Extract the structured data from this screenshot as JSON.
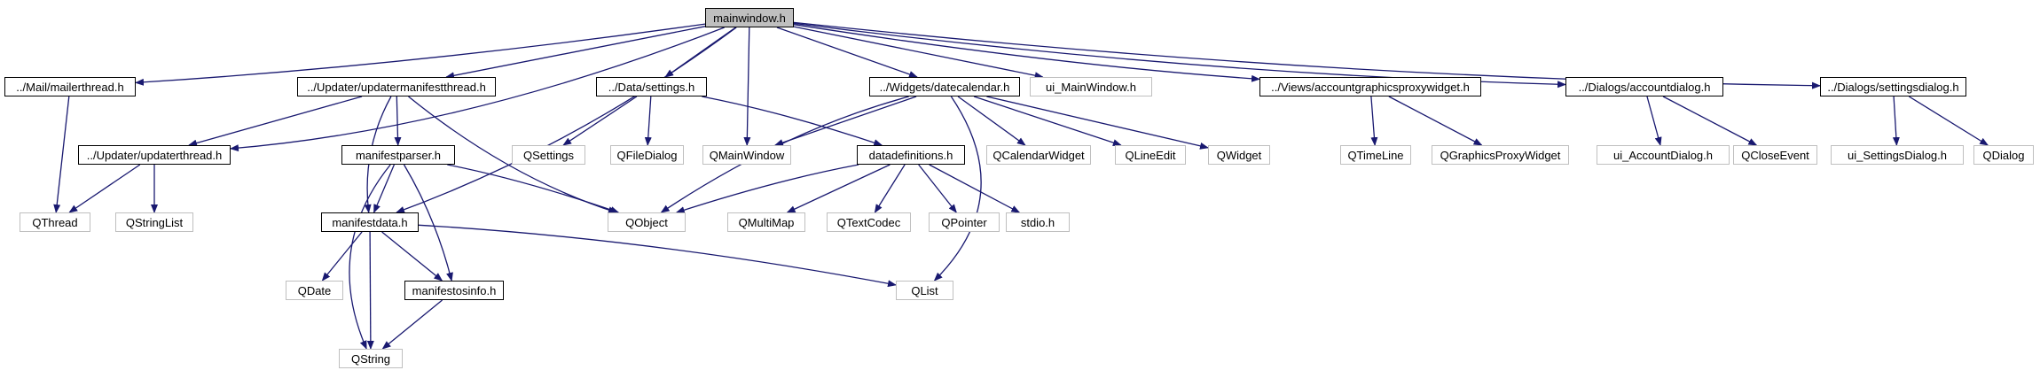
{
  "graph": {
    "nodes": [
      {
        "id": "mainwindow",
        "label": "mainwindow.h",
        "kind": "root"
      },
      {
        "id": "mailer",
        "label": "../Mail/mailerthread.h",
        "kind": "file"
      },
      {
        "id": "updmanifest",
        "label": "../Updater/updatermanifestthread.h",
        "kind": "file"
      },
      {
        "id": "settings",
        "label": "../Data/settings.h",
        "kind": "file"
      },
      {
        "id": "datecal",
        "label": "../Widgets/datecalendar.h",
        "kind": "file"
      },
      {
        "id": "uimain",
        "label": "ui_MainWindow.h",
        "kind": "external"
      },
      {
        "id": "acctgfx",
        "label": "../Views/accountgraphicsproxywidget.h",
        "kind": "file"
      },
      {
        "id": "acctdlg",
        "label": "../Dialogs/accountdialog.h",
        "kind": "file"
      },
      {
        "id": "setdlg",
        "label": "../Dialogs/settingsdialog.h",
        "kind": "file"
      },
      {
        "id": "updthread",
        "label": "../Updater/updaterthread.h",
        "kind": "file"
      },
      {
        "id": "mparser",
        "label": "manifestparser.h",
        "kind": "file"
      },
      {
        "id": "qsettings",
        "label": "QSettings",
        "kind": "external"
      },
      {
        "id": "qfiledialog",
        "label": "QFileDialog",
        "kind": "external"
      },
      {
        "id": "qmainwindow",
        "label": "QMainWindow",
        "kind": "external"
      },
      {
        "id": "datadefs",
        "label": "datadefinitions.h",
        "kind": "file"
      },
      {
        "id": "qcalwidget",
        "label": "QCalendarWidget",
        "kind": "external"
      },
      {
        "id": "qlineedit",
        "label": "QLineEdit",
        "kind": "external"
      },
      {
        "id": "qwidget",
        "label": "QWidget",
        "kind": "external"
      },
      {
        "id": "qtimeline",
        "label": "QTimeLine",
        "kind": "external"
      },
      {
        "id": "qgfxproxy",
        "label": "QGraphicsProxyWidget",
        "kind": "external"
      },
      {
        "id": "uiacctdlg",
        "label": "ui_AccountDialog.h",
        "kind": "external"
      },
      {
        "id": "qcloseevent",
        "label": "QCloseEvent",
        "kind": "external"
      },
      {
        "id": "uisetdlg",
        "label": "ui_SettingsDialog.h",
        "kind": "external"
      },
      {
        "id": "qdialog",
        "label": "QDialog",
        "kind": "external"
      },
      {
        "id": "qthread",
        "label": "QThread",
        "kind": "external"
      },
      {
        "id": "qstringlist",
        "label": "QStringList",
        "kind": "external"
      },
      {
        "id": "mdata",
        "label": "manifestdata.h",
        "kind": "file"
      },
      {
        "id": "qobject",
        "label": "QObject",
        "kind": "external"
      },
      {
        "id": "qmultimap",
        "label": "QMultiMap",
        "kind": "external"
      },
      {
        "id": "qtextcodec",
        "label": "QTextCodec",
        "kind": "external"
      },
      {
        "id": "qpointer",
        "label": "QPointer",
        "kind": "external"
      },
      {
        "id": "stdio",
        "label": "stdio.h",
        "kind": "external"
      },
      {
        "id": "qdate",
        "label": "QDate",
        "kind": "external"
      },
      {
        "id": "mosinfo",
        "label": "manifestosinfo.h",
        "kind": "file"
      },
      {
        "id": "qlist",
        "label": "QList",
        "kind": "external"
      },
      {
        "id": "qstring",
        "label": "QString",
        "kind": "external"
      }
    ],
    "edges": [
      [
        "mainwindow",
        "mailer"
      ],
      [
        "mainwindow",
        "updthread"
      ],
      [
        "mainwindow",
        "mdata"
      ],
      [
        "mainwindow",
        "updmanifest"
      ],
      [
        "mainwindow",
        "settings"
      ],
      [
        "mainwindow",
        "qmainwindow"
      ],
      [
        "mainwindow",
        "datecal"
      ],
      [
        "mainwindow",
        "uimain"
      ],
      [
        "mainwindow",
        "acctgfx"
      ],
      [
        "mainwindow",
        "acctdlg"
      ],
      [
        "mainwindow",
        "setdlg"
      ],
      [
        "mailer",
        "qthread"
      ],
      [
        "updmanifest",
        "updthread"
      ],
      [
        "updmanifest",
        "mparser"
      ],
      [
        "updmanifest",
        "mdata"
      ],
      [
        "updmanifest",
        "qobject"
      ],
      [
        "updthread",
        "qthread"
      ],
      [
        "updthread",
        "qstringlist"
      ],
      [
        "settings",
        "qsettings"
      ],
      [
        "settings",
        "qfiledialog"
      ],
      [
        "settings",
        "datadefs"
      ],
      [
        "datecal",
        "qmainwindow"
      ],
      [
        "datecal",
        "qobject"
      ],
      [
        "datecal",
        "qcalwidget"
      ],
      [
        "datecal",
        "qlineedit"
      ],
      [
        "datecal",
        "qwidget"
      ],
      [
        "datecal",
        "qlist"
      ],
      [
        "mparser",
        "mdata"
      ],
      [
        "mparser",
        "mosinfo"
      ],
      [
        "mparser",
        "qobject"
      ],
      [
        "mparser",
        "qstring"
      ],
      [
        "datadefs",
        "qobject"
      ],
      [
        "datadefs",
        "qmultimap"
      ],
      [
        "datadefs",
        "qtextcodec"
      ],
      [
        "datadefs",
        "qpointer"
      ],
      [
        "datadefs",
        "stdio"
      ],
      [
        "acctgfx",
        "qtimeline"
      ],
      [
        "acctgfx",
        "qgfxproxy"
      ],
      [
        "acctdlg",
        "uiacctdlg"
      ],
      [
        "acctdlg",
        "qcloseevent"
      ],
      [
        "setdlg",
        "uisetdlg"
      ],
      [
        "setdlg",
        "qdialog"
      ],
      [
        "mdata",
        "qdate"
      ],
      [
        "mdata",
        "mosinfo"
      ],
      [
        "mdata",
        "qstring"
      ],
      [
        "mdata",
        "qlist"
      ],
      [
        "mosinfo",
        "qstring"
      ]
    ]
  },
  "colors": {
    "edge": "#191970",
    "file_border": "#000000",
    "external_border": "#bfbfbf",
    "root_fill": "#bfbfbf"
  }
}
